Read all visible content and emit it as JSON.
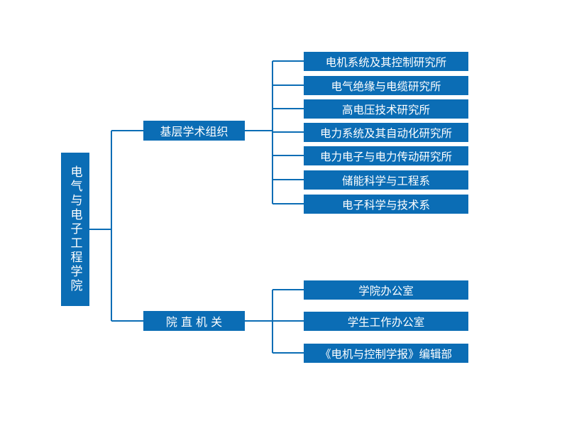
{
  "root": {
    "label": "电气与电子工程学院"
  },
  "branches": [
    {
      "label": "基层学术组织",
      "children": [
        "电机系统及其控制研究所",
        "电气绝缘与电缆研究所",
        "高电压技术研究所",
        "电力系统及其自动化研究所",
        "电力电子与电力传动研究所",
        "储能科学与工程系",
        "电子科学与技术系"
      ]
    },
    {
      "label": "院 直 机 关",
      "children": [
        "学院办公室",
        "学生工作办公室",
        "《电机与控制学报》编辑部"
      ]
    }
  ],
  "colors": {
    "box_fill": "#0b6db5",
    "box_text": "#ffffff",
    "connector": "#0b6db5"
  }
}
